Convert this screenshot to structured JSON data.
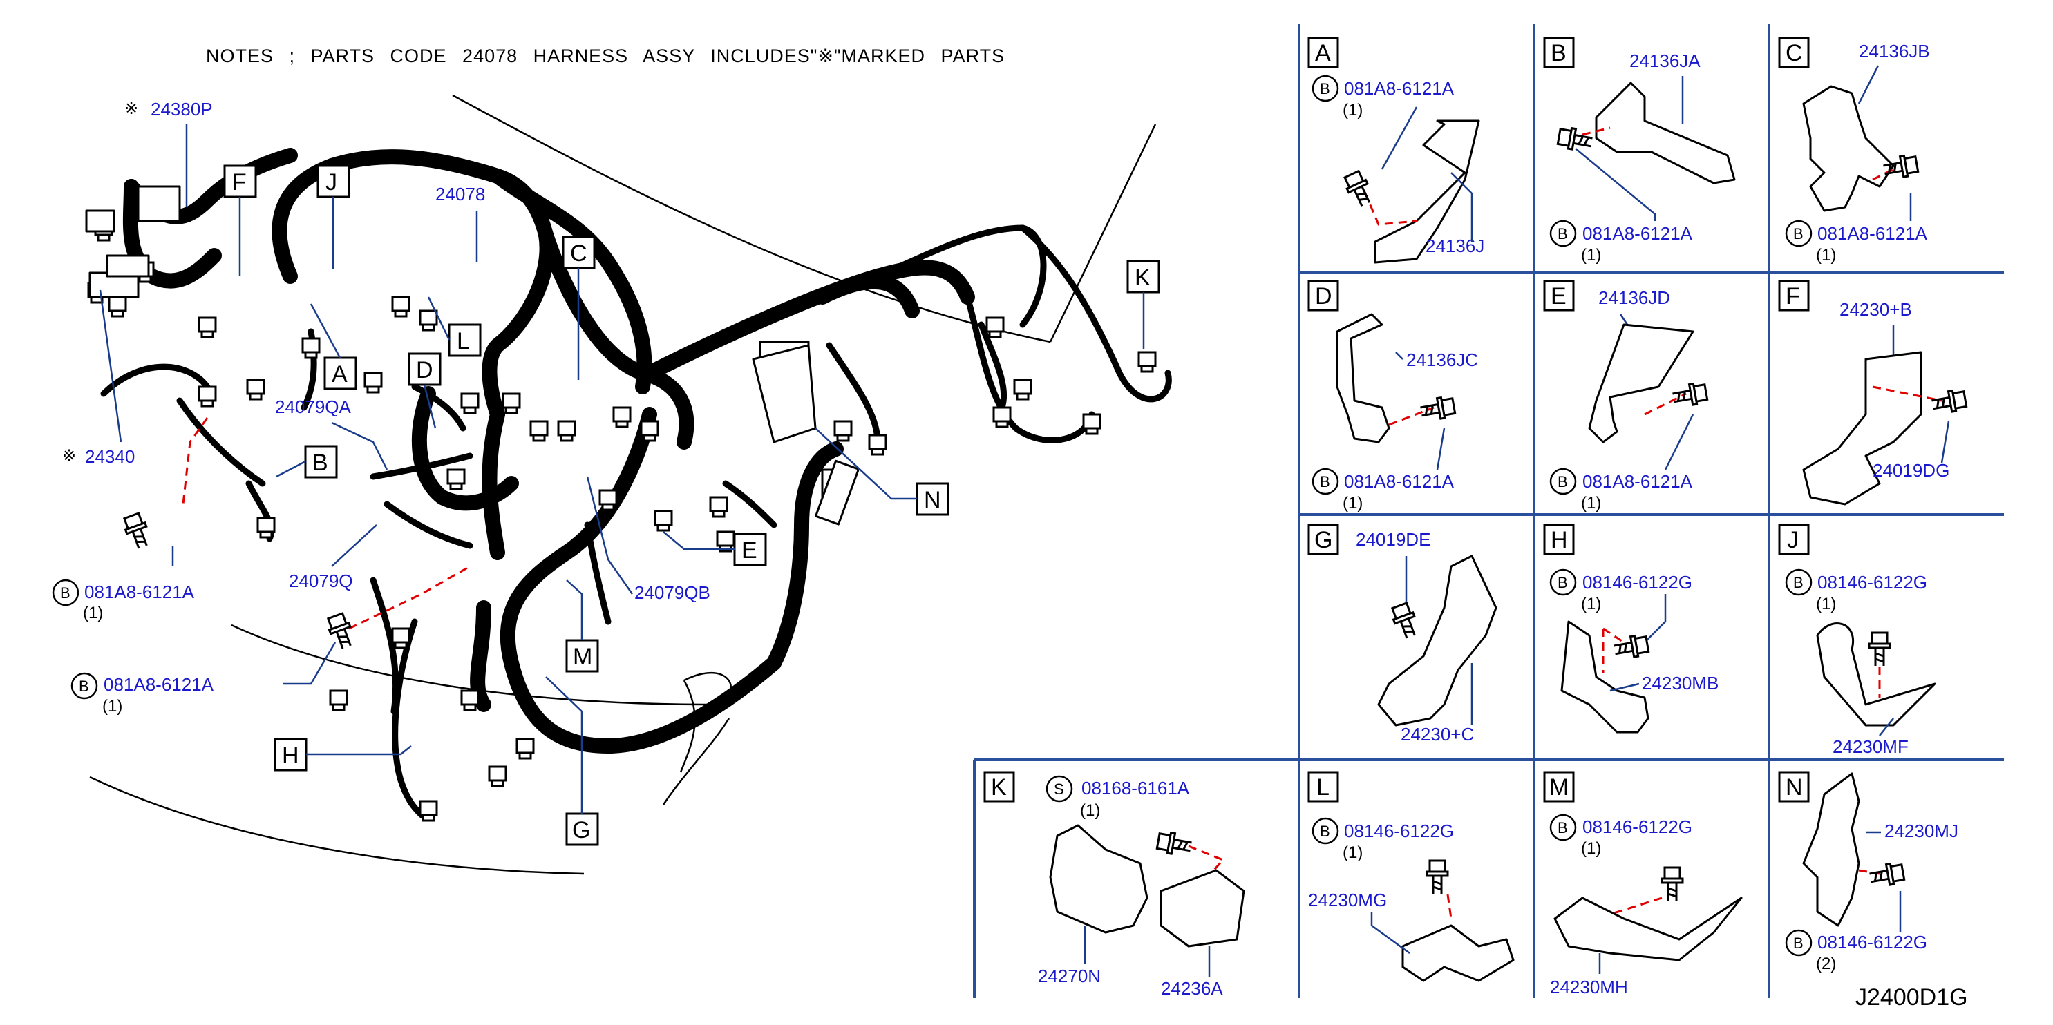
{
  "notes": "NOTES ; PARTS CODE 24078 HARNESS ASSY INCLUDES\"※\"MARKED PARTS",
  "drawing_code": "J2400D1G",
  "main": {
    "callouts": {
      "p24380P": "24380P",
      "p24340": "24340",
      "p24078": "24078",
      "p24079QA": "24079QA",
      "p24079Q": "24079Q",
      "p24079QB": "24079QB",
      "bolt1_code": "081A8-6121A",
      "bolt1_qty": "(1)",
      "bolt2_code": "081A8-6121A",
      "bolt2_qty": "(1)",
      "mark": "※",
      "bolt_symbol": "B"
    },
    "letters": [
      "F",
      "J",
      "C",
      "K",
      "L",
      "A",
      "D",
      "B",
      "N",
      "E",
      "M",
      "H",
      "G"
    ]
  },
  "panels": [
    {
      "id": "A",
      "label": "A",
      "sym": "B",
      "code": "081A8-6121A",
      "qty": "(1)",
      "parts": [
        "24136J"
      ]
    },
    {
      "id": "B",
      "label": "B",
      "sym": "B",
      "code": "081A8-6121A",
      "qty": "(1)",
      "parts": [
        "24136JA"
      ]
    },
    {
      "id": "C",
      "label": "C",
      "sym": "B",
      "code": "081A8-6121A",
      "qty": "(1)",
      "parts": [
        "24136JB"
      ]
    },
    {
      "id": "D",
      "label": "D",
      "sym": "B",
      "code": "081A8-6121A",
      "qty": "(1)",
      "parts": [
        "24136JC"
      ]
    },
    {
      "id": "E",
      "label": "E",
      "sym": "B",
      "code": "081A8-6121A",
      "qty": "(1)",
      "parts": [
        "24136JD"
      ]
    },
    {
      "id": "F",
      "label": "F",
      "sym": "",
      "code": "",
      "qty": "",
      "parts": [
        "24230+B",
        "24019DG"
      ]
    },
    {
      "id": "G",
      "label": "G",
      "sym": "",
      "code": "",
      "qty": "",
      "parts": [
        "24019DE",
        "24230+C"
      ]
    },
    {
      "id": "H",
      "label": "H",
      "sym": "B",
      "code": "08146-6122G",
      "qty": "(1)",
      "parts": [
        "24230MB"
      ]
    },
    {
      "id": "J",
      "label": "J",
      "sym": "B",
      "code": "08146-6122G",
      "qty": "(1)",
      "parts": [
        "24230MF"
      ]
    },
    {
      "id": "K",
      "label": "K",
      "sym": "S",
      "code": "08168-6161A",
      "qty": "(1)",
      "parts": [
        "24270N",
        "24236A"
      ]
    },
    {
      "id": "L",
      "label": "L",
      "sym": "B",
      "code": "08146-6122G",
      "qty": "(1)",
      "parts": [
        "24230MG"
      ]
    },
    {
      "id": "M",
      "label": "M",
      "sym": "B",
      "code": "08146-6122G",
      "qty": "(1)",
      "parts": [
        "24230MH"
      ]
    },
    {
      "id": "N",
      "label": "N",
      "sym": "B",
      "code": "08146-6122G",
      "qty": "(2)",
      "parts": [
        "24230MJ"
      ]
    }
  ]
}
